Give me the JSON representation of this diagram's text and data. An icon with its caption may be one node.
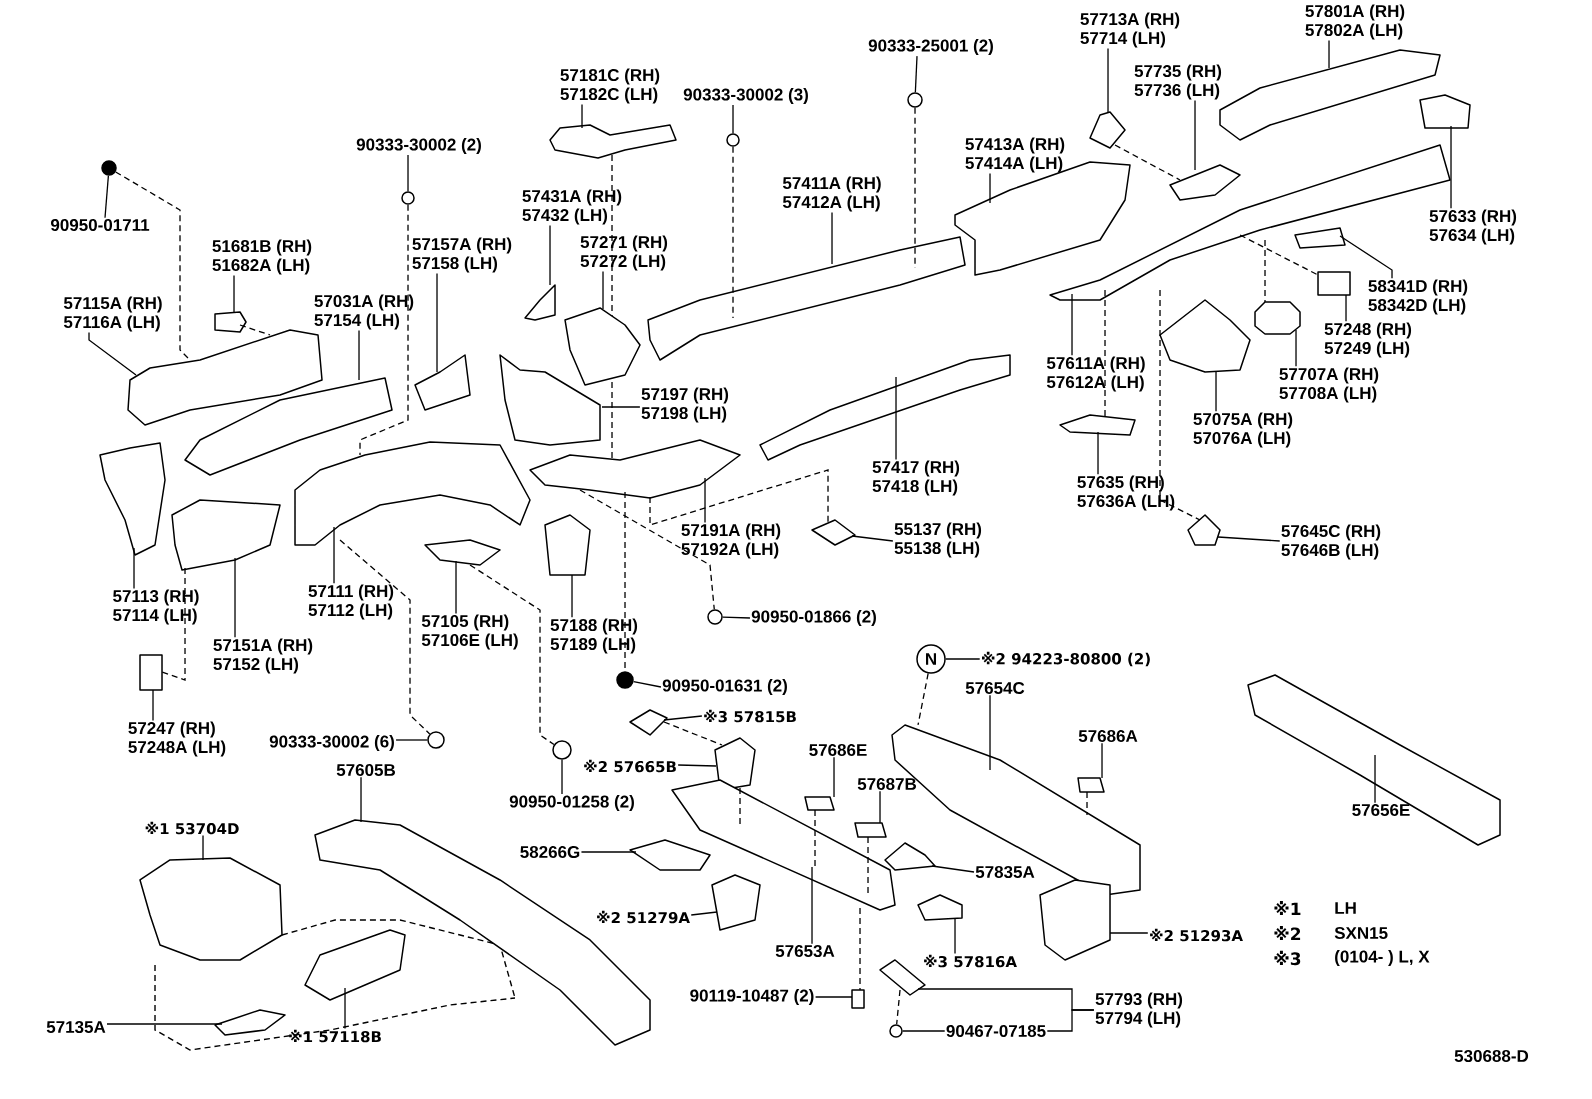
{
  "diagram": {
    "nodes": [
      {
        "text": [
          "57801A (RH)",
          "57802A (LH)"
        ]
      },
      {
        "text": [
          "57713A (RH)",
          "57714 (LH)"
        ]
      },
      {
        "text": [
          "90333-25001 (2)"
        ]
      },
      {
        "text": [
          "57181C (RH)",
          "57182C (LH)"
        ]
      },
      {
        "text": [
          "90333-30002 (3)"
        ]
      },
      {
        "text": [
          "57735 (RH)",
          "57736 (LH)"
        ]
      },
      {
        "text": [
          "90333-30002 (2)"
        ]
      },
      {
        "text": [
          "57413A (RH)",
          "57414A (LH)"
        ]
      },
      {
        "text": [
          "57411A (RH)",
          "57412A (LH)"
        ]
      },
      {
        "text": [
          "57431A (RH)",
          "57432 (LH)"
        ]
      },
      {
        "text": [
          "90950-01711"
        ]
      },
      {
        "text": [
          "57633 (RH)",
          "57634 (LH)"
        ]
      },
      {
        "text": [
          "51681B (RH)",
          "51682A (LH)"
        ]
      },
      {
        "text": [
          "57157A (RH)",
          "57158 (LH)"
        ]
      },
      {
        "text": [
          "57271 (RH)",
          "57272 (LH)"
        ]
      },
      {
        "text": [
          "58341D (RH)",
          "58342D (LH)"
        ]
      },
      {
        "text": [
          "57115A (RH)",
          "57116A (LH)"
        ]
      },
      {
        "text": [
          "57031A (RH)",
          "57154 (LH)"
        ]
      },
      {
        "text": [
          "57248 (RH)",
          "57249 (LH)"
        ]
      },
      {
        "text": [
          "57611A (RH)",
          "57612A (LH)"
        ]
      },
      {
        "text": [
          "57707A (RH)",
          "57708A (LH)"
        ]
      },
      {
        "text": [
          "57197 (RH)",
          "57198 (LH)"
        ]
      },
      {
        "text": [
          "57075A (RH)",
          "57076A (LH)"
        ]
      },
      {
        "text": [
          "57417 (RH)",
          "57418 (LH)"
        ]
      },
      {
        "text": [
          "57635 (RH)",
          "57636A (LH)"
        ]
      },
      {
        "text": [
          "57191A (RH)",
          "57192A (LH)"
        ]
      },
      {
        "text": [
          "55137 (RH)",
          "55138 (LH)"
        ]
      },
      {
        "text": [
          "57645C (RH)",
          "57646B (LH)"
        ]
      },
      {
        "text": [
          "57113 (RH)",
          "57114 (LH)"
        ]
      },
      {
        "text": [
          "57111 (RH)",
          "57112 (LH)"
        ]
      },
      {
        "text": [
          "57188 (RH)",
          "57189 (LH)"
        ]
      },
      {
        "text": [
          "57105 (RH)",
          "57106E (LH)"
        ]
      },
      {
        "text": [
          "90950-01866 (2)"
        ]
      },
      {
        "text": [
          "57151A (RH)",
          "57152 (LH)"
        ]
      },
      {
        "text": [
          "N"
        ]
      },
      {
        "text": [
          "※2 94223-80800 (2)"
        ]
      },
      {
        "text": [
          "90950-01631 (2)"
        ]
      },
      {
        "text": [
          "57654C"
        ]
      },
      {
        "text": [
          "※3 57815B"
        ]
      },
      {
        "text": [
          "57247 (RH)",
          "57248A (LH)"
        ]
      },
      {
        "text": [
          "90333-30002 (6)"
        ]
      },
      {
        "text": [
          "57686A"
        ]
      },
      {
        "text": [
          "※2 57665B"
        ]
      },
      {
        "text": [
          "57686E"
        ]
      },
      {
        "text": [
          "57605B"
        ]
      },
      {
        "text": [
          "90950-01258 (2)"
        ]
      },
      {
        "text": [
          "57687B"
        ]
      },
      {
        "text": [
          "57656E"
        ]
      },
      {
        "text": [
          "※1 53704D"
        ]
      },
      {
        "text": [
          "58266G"
        ]
      },
      {
        "text": [
          "57835A"
        ]
      },
      {
        "text": [
          "※2 51279A"
        ]
      },
      {
        "text": [
          "※2 51293A"
        ]
      },
      {
        "text": [
          "57653A"
        ]
      },
      {
        "text": [
          "※3 57816A"
        ]
      },
      {
        "text": [
          "90119-10487 (2)"
        ]
      },
      {
        "text": [
          "57793 (RH)",
          "57794 (LH)"
        ]
      },
      {
        "text": [
          "57135A"
        ]
      },
      {
        "text": [
          "※1 57118B"
        ]
      },
      {
        "text": [
          "90467-07185"
        ]
      },
      {
        "text": [],
        "shape": "picture"
      },
      {
        "text": [],
        "shape": "circle"
      },
      {
        "text": [],
        "shape": "circle"
      },
      {
        "text": [],
        "shape": "circle"
      },
      {
        "text": [],
        "shape": "circle"
      },
      {
        "text": [],
        "shape": "picture"
      },
      {
        "text": [],
        "shape": "picture"
      },
      {
        "text": [],
        "shape": "picture"
      },
      {
        "text": [],
        "shape": "picture"
      },
      {
        "text": [],
        "shape": "picture"
      },
      {
        "text": [],
        "shape": "picture"
      },
      {
        "text": [],
        "shape": "picture"
      },
      {
        "text": [],
        "shape": "box"
      },
      {
        "text": [],
        "shape": "picture"
      },
      {
        "text": [],
        "shape": "picture"
      },
      {
        "text": [],
        "shape": "picture"
      },
      {
        "text": [],
        "shape": "picture"
      },
      {
        "text": [],
        "shape": "picture"
      },
      {
        "text": [],
        "shape": "picture"
      },
      {
        "text": [],
        "shape": "picture"
      },
      {
        "text": [],
        "shape": "picture"
      },
      {
        "text": [],
        "shape": "picture"
      },
      {
        "text": [],
        "shape": "picture"
      },
      {
        "text": [],
        "shape": "picture"
      },
      {
        "text": [],
        "shape": "picture"
      },
      {
        "text": [],
        "shape": "picture"
      },
      {
        "text": [],
        "shape": "picture"
      },
      {
        "text": [],
        "shape": "picture"
      },
      {
        "text": [],
        "shape": "picture"
      },
      {
        "text": [],
        "shape": "picture"
      },
      {
        "text": [],
        "shape": "picture"
      },
      {
        "text": [],
        "shape": "picture"
      },
      {
        "text": [],
        "shape": "picture"
      },
      {
        "text": [],
        "shape": "circle"
      },
      {
        "text": [],
        "shape": "circle"
      },
      {
        "text": [],
        "shape": "picture"
      },
      {
        "text": [],
        "shape": "picture"
      },
      {
        "text": [],
        "shape": "picture"
      },
      {
        "text": [],
        "shape": "circle"
      },
      {
        "text": [],
        "shape": "picture"
      },
      {
        "text": [],
        "shape": "picture"
      },
      {
        "text": [],
        "shape": "picture"
      },
      {
        "text": [],
        "shape": "picture"
      },
      {
        "text": [],
        "shape": "circle"
      },
      {
        "text": [],
        "shape": "picture"
      },
      {
        "text": [],
        "shape": "picture"
      },
      {
        "text": [],
        "shape": "picture"
      },
      {
        "text": [],
        "shape": "picture"
      },
      {
        "text": [],
        "shape": "picture"
      },
      {
        "text": [],
        "shape": "picture"
      },
      {
        "text": [],
        "shape": "picture"
      },
      {
        "text": [],
        "shape": "picture"
      },
      {
        "text": [],
        "shape": "picture"
      },
      {
        "text": [],
        "shape": "box"
      },
      {
        "text": [],
        "shape": "picture"
      },
      {
        "text": [],
        "shape": "picture"
      },
      {
        "text": [],
        "shape": "picture"
      },
      {
        "text": [],
        "shape": "circle"
      }
    ],
    "edges": [
      {
        "from": 0,
        "to": 67,
        "arrow": "none"
      },
      {
        "from": 1,
        "to": 65,
        "arrow": "none"
      },
      {
        "from": 2,
        "to": 62,
        "arrow": "none"
      },
      {
        "from": 3,
        "to": 60,
        "arrow": "none"
      },
      {
        "from": 4,
        "to": 61,
        "arrow": "none"
      },
      {
        "from": 5,
        "to": 66,
        "arrow": "none"
      },
      {
        "from": 6,
        "to": 63,
        "arrow": "none"
      },
      {
        "from": 7,
        "to": 69,
        "arrow": "none"
      },
      {
        "from": 8,
        "to": 70,
        "arrow": "none"
      },
      {
        "from": 9,
        "to": 71,
        "arrow": "none"
      },
      {
        "from": 10,
        "to": 64,
        "arrow": "none"
      },
      {
        "from": 11,
        "to": 68,
        "arrow": "none"
      },
      {
        "from": 12,
        "to": 72,
        "arrow": "none"
      },
      {
        "from": 13,
        "to": 75,
        "arrow": "none"
      },
      {
        "from": 14,
        "to": 76,
        "arrow": "none"
      },
      {
        "from": 15,
        "to": 79,
        "arrow": "none"
      },
      {
        "from": 16,
        "to": 73,
        "arrow": "none"
      },
      {
        "from": 17,
        "to": 74,
        "arrow": "none"
      },
      {
        "from": 18,
        "to": 80,
        "arrow": "none"
      },
      {
        "from": 19,
        "to": 78,
        "arrow": "none"
      },
      {
        "from": 20,
        "to": 81,
        "arrow": "none"
      },
      {
        "from": 21,
        "to": 77,
        "arrow": "none"
      },
      {
        "from": 22,
        "to": 82,
        "arrow": "none"
      },
      {
        "from": 23,
        "to": 83,
        "arrow": "none"
      },
      {
        "from": 24,
        "to": 84,
        "arrow": "none"
      },
      {
        "from": 25,
        "to": 85,
        "arrow": "none"
      },
      {
        "from": 26,
        "to": 86,
        "arrow": "none"
      },
      {
        "from": 27,
        "to": 87,
        "arrow": "none"
      },
      {
        "from": 28,
        "to": 88,
        "arrow": "none"
      },
      {
        "from": 29,
        "to": 89,
        "arrow": "none"
      },
      {
        "from": 30,
        "to": 90,
        "arrow": "none"
      },
      {
        "from": 31,
        "to": 91,
        "arrow": "none"
      },
      {
        "from": 32,
        "to": 93,
        "arrow": "none"
      },
      {
        "from": 33,
        "to": 92,
        "arrow": "none"
      },
      {
        "from": 35,
        "to": 34,
        "arrow": "none"
      },
      {
        "from": 36,
        "to": 94,
        "arrow": "none"
      },
      {
        "from": 37,
        "to": 96,
        "arrow": "none"
      },
      {
        "from": 38,
        "to": 95,
        "arrow": "none"
      },
      {
        "from": 39,
        "to": 97,
        "arrow": "none"
      },
      {
        "from": 40,
        "to": 98,
        "arrow": "none"
      },
      {
        "from": 41,
        "to": 99,
        "arrow": "none"
      },
      {
        "from": 42,
        "to": 100,
        "arrow": "none"
      },
      {
        "from": 43,
        "to": 101,
        "arrow": "none"
      },
      {
        "from": 44,
        "to": 102,
        "arrow": "none"
      },
      {
        "from": 45,
        "to": 103,
        "arrow": "none"
      },
      {
        "from": 46,
        "to": 104,
        "arrow": "none"
      },
      {
        "from": 47,
        "to": 105,
        "arrow": "none"
      },
      {
        "from": 48,
        "to": 106,
        "arrow": "none"
      },
      {
        "from": 49,
        "to": 107,
        "arrow": "none"
      },
      {
        "from": 50,
        "to": 108,
        "arrow": "none"
      },
      {
        "from": 51,
        "to": 109,
        "arrow": "none"
      },
      {
        "from": 52,
        "to": 110,
        "arrow": "none"
      },
      {
        "from": 53,
        "to": 111,
        "arrow": "none"
      },
      {
        "from": 54,
        "to": 112,
        "arrow": "none"
      },
      {
        "from": 55,
        "to": 113,
        "arrow": "none"
      },
      {
        "from": 56,
        "to": 114,
        "arrow": "none"
      },
      {
        "from": 57,
        "to": 115,
        "arrow": "none"
      },
      {
        "from": 58,
        "to": 116,
        "arrow": "none"
      },
      {
        "from": 59,
        "to": 117,
        "arrow": "none"
      },
      {
        "from": 34,
        "to": 96,
        "arrow": "none",
        "style": "dashed"
      },
      {
        "from": 64,
        "to": 73,
        "arrow": "none",
        "style": "dashed"
      },
      {
        "from": 72,
        "to": 73,
        "arrow": "none",
        "style": "dashed"
      },
      {
        "from": 63,
        "to": 89,
        "arrow": "none",
        "style": "dashed"
      },
      {
        "from": 61,
        "to": 70,
        "arrow": "none",
        "style": "dashed"
      },
      {
        "from": 62,
        "to": 70,
        "arrow": "none",
        "style": "dashed"
      },
      {
        "from": 60,
        "to": 76,
        "arrow": "none",
        "style": "dashed"
      },
      {
        "from": 76,
        "to": 85,
        "arrow": "none",
        "style": "dashed"
      },
      {
        "from": 85,
        "to": 94,
        "arrow": "none",
        "style": "dashed"
      },
      {
        "from": 65,
        "to": 66,
        "arrow": "none",
        "style": "dashed"
      },
      {
        "from": 78,
        "to": 81,
        "arrow": "none",
        "style": "dashed"
      },
      {
        "from": 78,
        "to": 80,
        "arrow": "none",
        "style": "dashed"
      },
      {
        "from": 78,
        "to": 87,
        "arrow": "none",
        "style": "dashed"
      },
      {
        "from": 78,
        "to": 84,
        "arrow": "none",
        "style": "dashed"
      },
      {
        "from": 92,
        "to": 97,
        "arrow": "none",
        "style": "dashed"
      },
      {
        "from": 89,
        "to": 98,
        "arrow": "none",
        "style": "dashed"
      },
      {
        "from": 91,
        "to": 103,
        "arrow": "none",
        "style": "dashed"
      },
      {
        "from": 85,
        "to": 93,
        "arrow": "none",
        "style": "dashed"
      },
      {
        "from": 85,
        "to": 86,
        "arrow": "none",
        "style": "dashed"
      },
      {
        "from": 95,
        "to": 100,
        "arrow": "none",
        "style": "dashed"
      },
      {
        "from": 101,
        "to": 111,
        "arrow": "none",
        "style": "dashed"
      },
      {
        "from": 104,
        "to": 111,
        "arrow": "none",
        "style": "dashed"
      },
      {
        "from": 100,
        "to": 111,
        "arrow": "none",
        "style": "dashed"
      },
      {
        "from": 99,
        "to": 96,
        "arrow": "none",
        "style": "dashed"
      },
      {
        "from": 111,
        "to": 113,
        "arrow": "none",
        "style": "dashed"
      },
      {
        "from": 114,
        "to": 117,
        "arrow": "none",
        "style": "dashed"
      },
      {
        "from": 56,
        "to": 59,
        "arrow": "none"
      }
    ],
    "labels": [
      "※1",
      "LH",
      "※2",
      "SXN15",
      "※3",
      "(0104- ) L, X",
      "530688-D"
    ]
  }
}
